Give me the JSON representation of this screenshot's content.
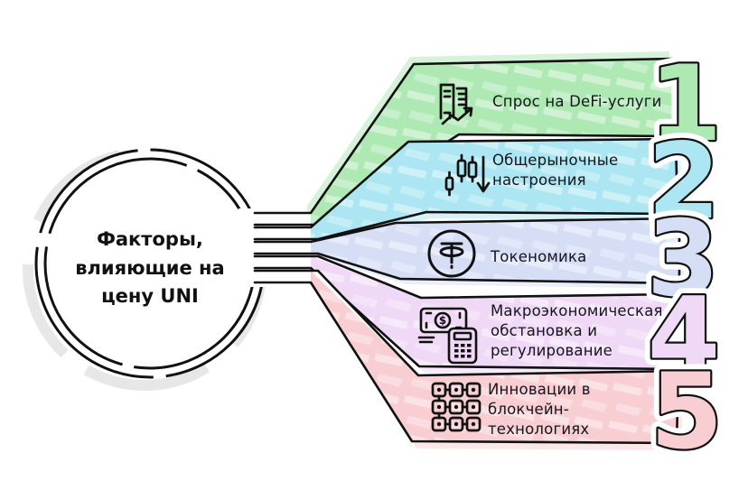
{
  "title": {
    "line1": "Факторы,",
    "line2": "влияющие на",
    "line3": "цену UNI",
    "full": "Факторы, влияющие на цену UNI"
  },
  "factors": [
    {
      "number": "1",
      "label": "Спрос на DeFi-услуги",
      "color": "#aee9b4",
      "icon": "city-growth-icon"
    },
    {
      "number": "2",
      "label": "Общерыночные настроения",
      "color": "#abe6f2",
      "icon": "candlestick-down-icon"
    },
    {
      "number": "3",
      "label": "Токеномика",
      "color": "#d6def6",
      "icon": "token-coin-icon"
    },
    {
      "number": "4",
      "label": "Макроэкономическая обстановка и регулирование",
      "color": "#f0d9f6",
      "icon": "money-calculator-icon"
    },
    {
      "number": "5",
      "label": "Инновации в блокчейн-технологиях",
      "color": "#f8ced3",
      "icon": "blockchain-grid-icon"
    }
  ],
  "style_colors": {
    "outline": "#111111",
    "shadow": "#e7e7e7",
    "background": "#ffffff"
  }
}
